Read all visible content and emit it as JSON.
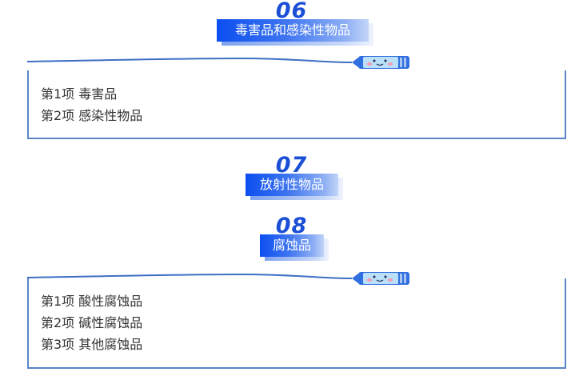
{
  "sections": [
    {
      "number": "06",
      "title": "毒害品和感染性物品",
      "items": [
        "第1项 毒害品",
        "第2项 感染性物品"
      ]
    },
    {
      "number": "07",
      "title": "放射性物品",
      "items": []
    },
    {
      "number": "08",
      "title": "腐蚀品",
      "items": [
        "第1项 酸性腐蚀品",
        "第2项 碱性腐蚀品",
        "第3项 其他腐蚀品"
      ]
    }
  ],
  "colors": {
    "accent": "#1a4fd6",
    "badge_start": "#0c4ff0",
    "box_border": "#5a84c8",
    "text": "#333333"
  },
  "icons": [
    "crayon-marker-icon"
  ]
}
